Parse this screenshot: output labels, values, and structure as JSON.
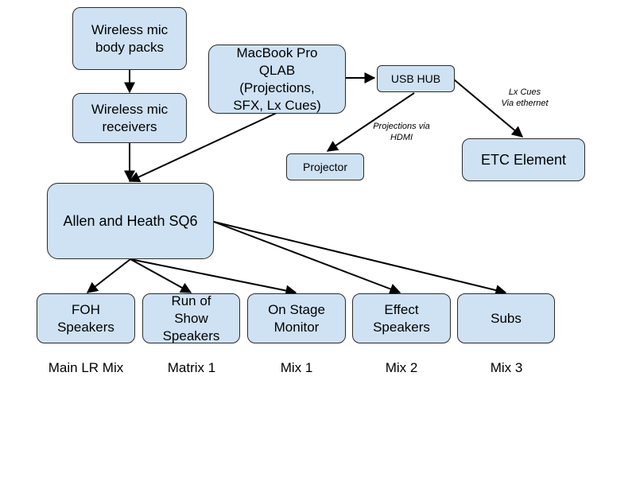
{
  "nodes": {
    "bodypacks": "Wireless mic\nbody packs",
    "receivers": "Wireless mic\nreceivers",
    "macbook": "MacBook Pro\nQLAB\n(Projections,\nSFX, Lx Cues)",
    "usbhub": "USB HUB",
    "projector": "Projector",
    "etc": "ETC Element",
    "mixer": "Allen and Heath SQ6",
    "foh": "FOH\nSpeakers",
    "runofshow": "Run of\nShow\nSpeakers",
    "monitor": "On Stage\nMonitor",
    "effect": "Effect\nSpeakers",
    "subs": "Subs"
  },
  "edge_labels": {
    "projections": "Projections via\nHDMI",
    "lxcues": "Lx Cues\nVia ethernet"
  },
  "mix_labels": {
    "foh": "Main LR Mix",
    "runofshow": "Matrix 1",
    "monitor": "Mix 1",
    "effect": "Mix 2",
    "subs": "Mix 3"
  },
  "colors": {
    "box_fill": "#cfe2f3",
    "box_stroke": "#2b2b2b",
    "arrow": "#000000"
  }
}
